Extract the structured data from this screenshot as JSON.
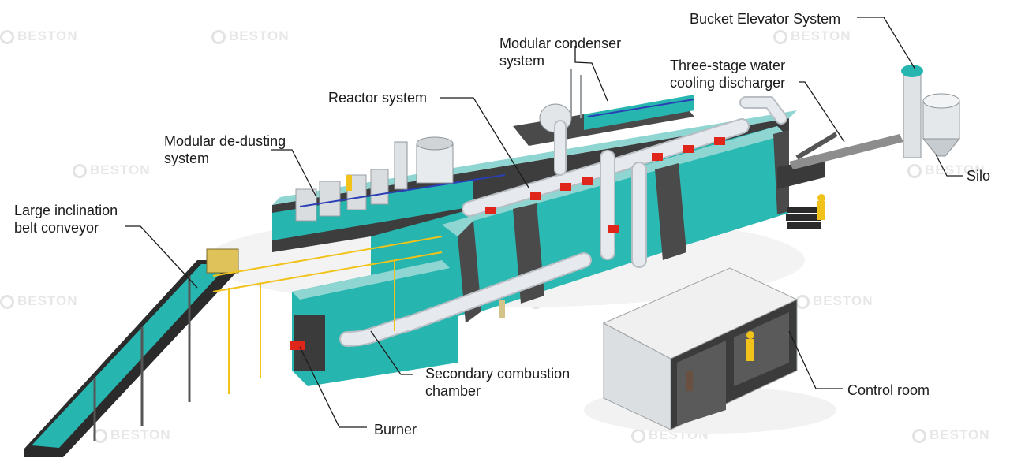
{
  "watermark": "BESTON",
  "colors": {
    "teal": "#27b5b0",
    "dark_grey": "#4a4a4a",
    "pipe": "#e6eaee",
    "red": "#e0261b",
    "yellow": "#f1c31a"
  },
  "labels": {
    "bucket_elevator": "Bucket Elevator System",
    "condenser_line1": "Modular condenser",
    "condenser_line2": "system",
    "water_cooling_line1": "Three-stage water",
    "water_cooling_line2": "cooling discharger",
    "reactor": "Reactor system",
    "dedusting_line1": "Modular de-dusting",
    "dedusting_line2": "system",
    "belt_line1": "Large inclination",
    "belt_line2": "belt conveyor",
    "silo": "Silo",
    "combustion_line1": "Secondary combustion",
    "combustion_line2": "chamber",
    "control_room": "Control room",
    "burner": "Burner"
  }
}
